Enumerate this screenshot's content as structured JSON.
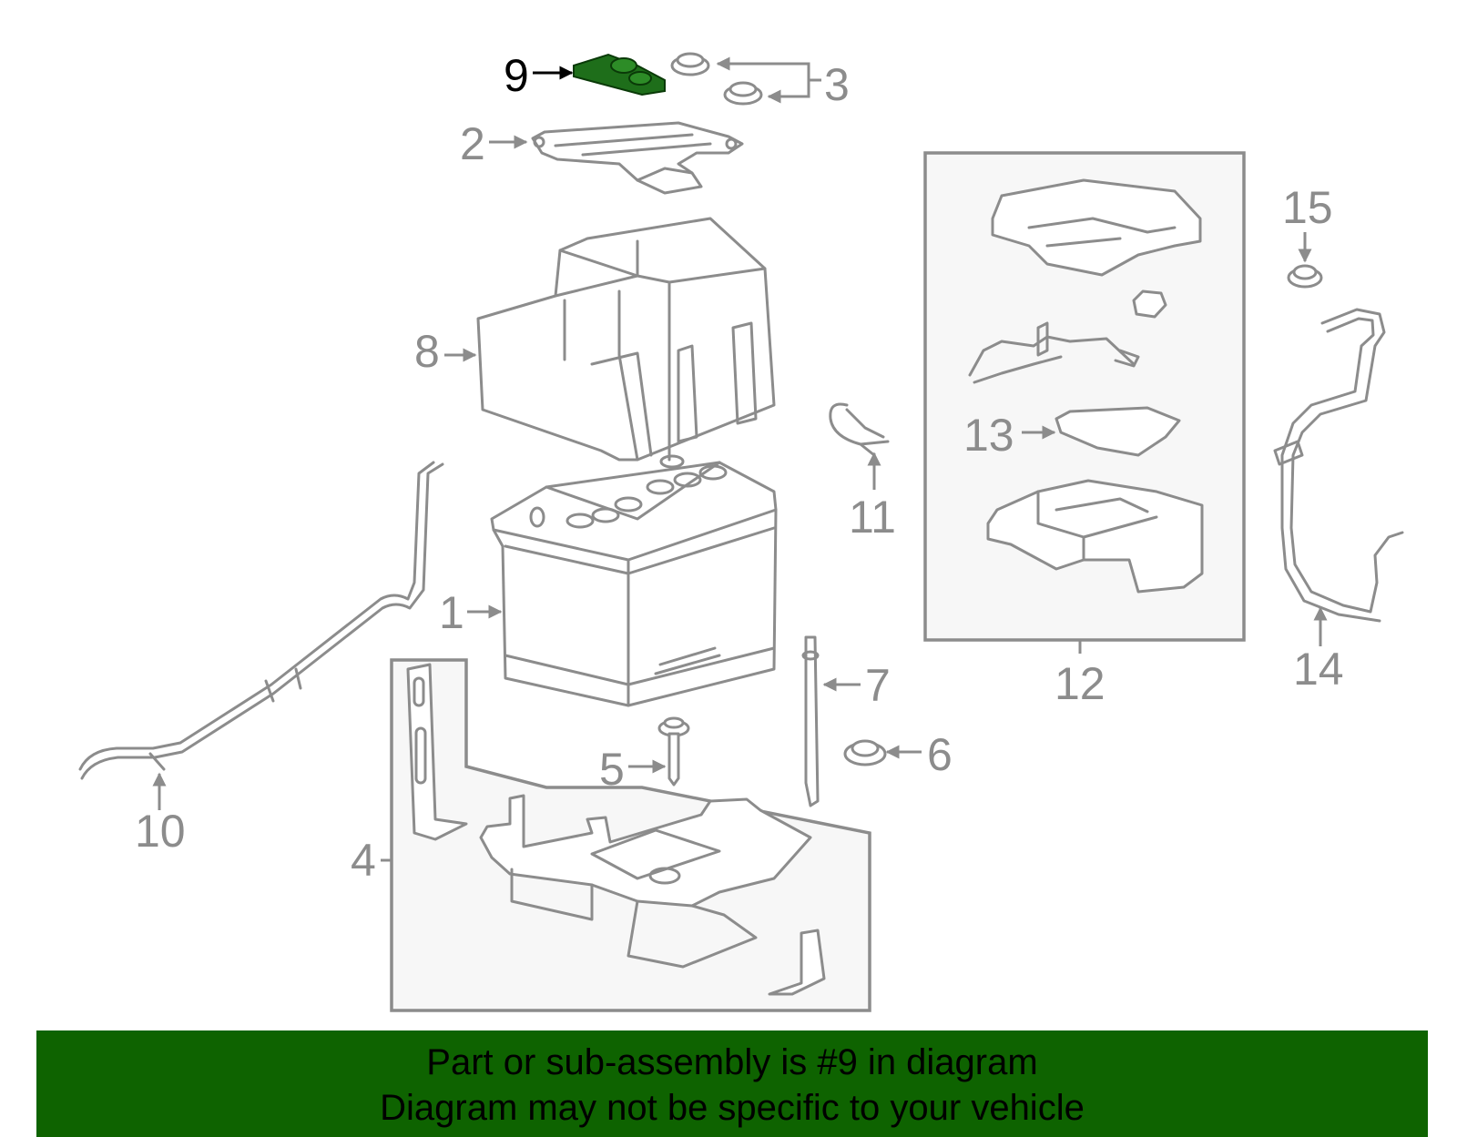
{
  "colors": {
    "outline": "#8c8c8c",
    "highlight": "#1e6e1a",
    "banner_bg": "#0e6300",
    "banner_text": "#000000"
  },
  "callouts": {
    "c1": "1",
    "c2": "2",
    "c3": "3",
    "c4": "4",
    "c5": "5",
    "c6": "6",
    "c7": "7",
    "c8": "8",
    "c9": "9",
    "c10": "10",
    "c11": "11",
    "c12": "12",
    "c13": "13",
    "c14": "14",
    "c15": "15"
  },
  "banner": {
    "line1": "Part or sub-assembly is #9 in diagram",
    "line2": "Diagram may not be specific to your vehicle"
  }
}
